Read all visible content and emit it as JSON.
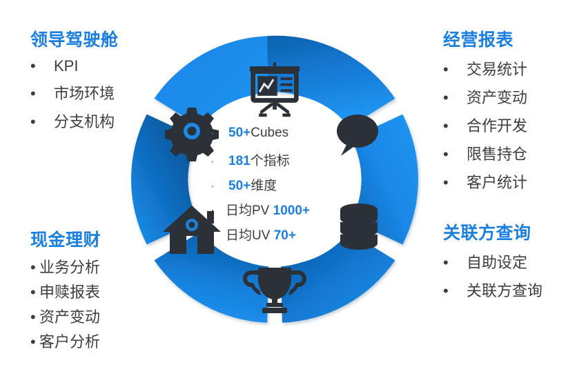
{
  "theme": {
    "accent_blue": "#1a7fe0",
    "segment_light": "#2196f3",
    "segment_mid": "#1578d4",
    "segment_dark": "#0d5fa8",
    "icon_color": "#2b3136",
    "text_color": "#3d3d3d",
    "background": "#ffffff"
  },
  "panels": {
    "leader": {
      "title": "领导驾驶舱",
      "items": [
        "KPI",
        "市场环境",
        "分支机构"
      ]
    },
    "reports": {
      "title": "经营报表",
      "items": [
        "交易统计",
        "资产变动",
        "合作开发",
        "限售持仓",
        "客户统计"
      ]
    },
    "cash": {
      "title": "现金理财",
      "items": [
        "业务分析",
        "申赎报表",
        "资产变动",
        "客户分析"
      ]
    },
    "related": {
      "title": "关联方查询",
      "items": [
        "自助设定",
        "关联方查询"
      ]
    }
  },
  "center_stats": [
    {
      "bullet": "·",
      "bullet_style": "blue",
      "highlight": "50+",
      "rest": "Cubes"
    },
    {
      "bullet": "·",
      "bullet_style": "blue",
      "highlight": "181",
      "rest": "个指标"
    },
    {
      "bullet": "·",
      "bullet_style": "blue",
      "highlight": "50+",
      "rest": "维度"
    },
    {
      "bullet": "·",
      "bullet_style": "dark",
      "prefix": "日均PV ",
      "highlight": "1000+",
      "rest": ""
    },
    {
      "bullet": "·",
      "bullet_style": "dark",
      "prefix": "日均UV ",
      "highlight": "70+",
      "rest": ""
    }
  ],
  "wheel": {
    "segments": [
      {
        "id": "top",
        "icon": "presentation-chart-icon",
        "start_deg": -87,
        "end_deg": -33
      },
      {
        "id": "upper-right",
        "icon": "speech-bubble-icon",
        "start_deg": -27,
        "end_deg": 27
      },
      {
        "id": "lower-right",
        "icon": "database-icon",
        "start_deg": 33,
        "end_deg": 87
      },
      {
        "id": "bottom",
        "icon": "trophy-icon",
        "start_deg": 93,
        "end_deg": 147
      },
      {
        "id": "lower-left",
        "icon": "house-icon",
        "start_deg": 153,
        "end_deg": 207
      },
      {
        "id": "upper-left",
        "icon": "gear-icon",
        "start_deg": 213,
        "end_deg": 267
      }
    ],
    "outer_radius": 208,
    "inner_radius": 116
  }
}
